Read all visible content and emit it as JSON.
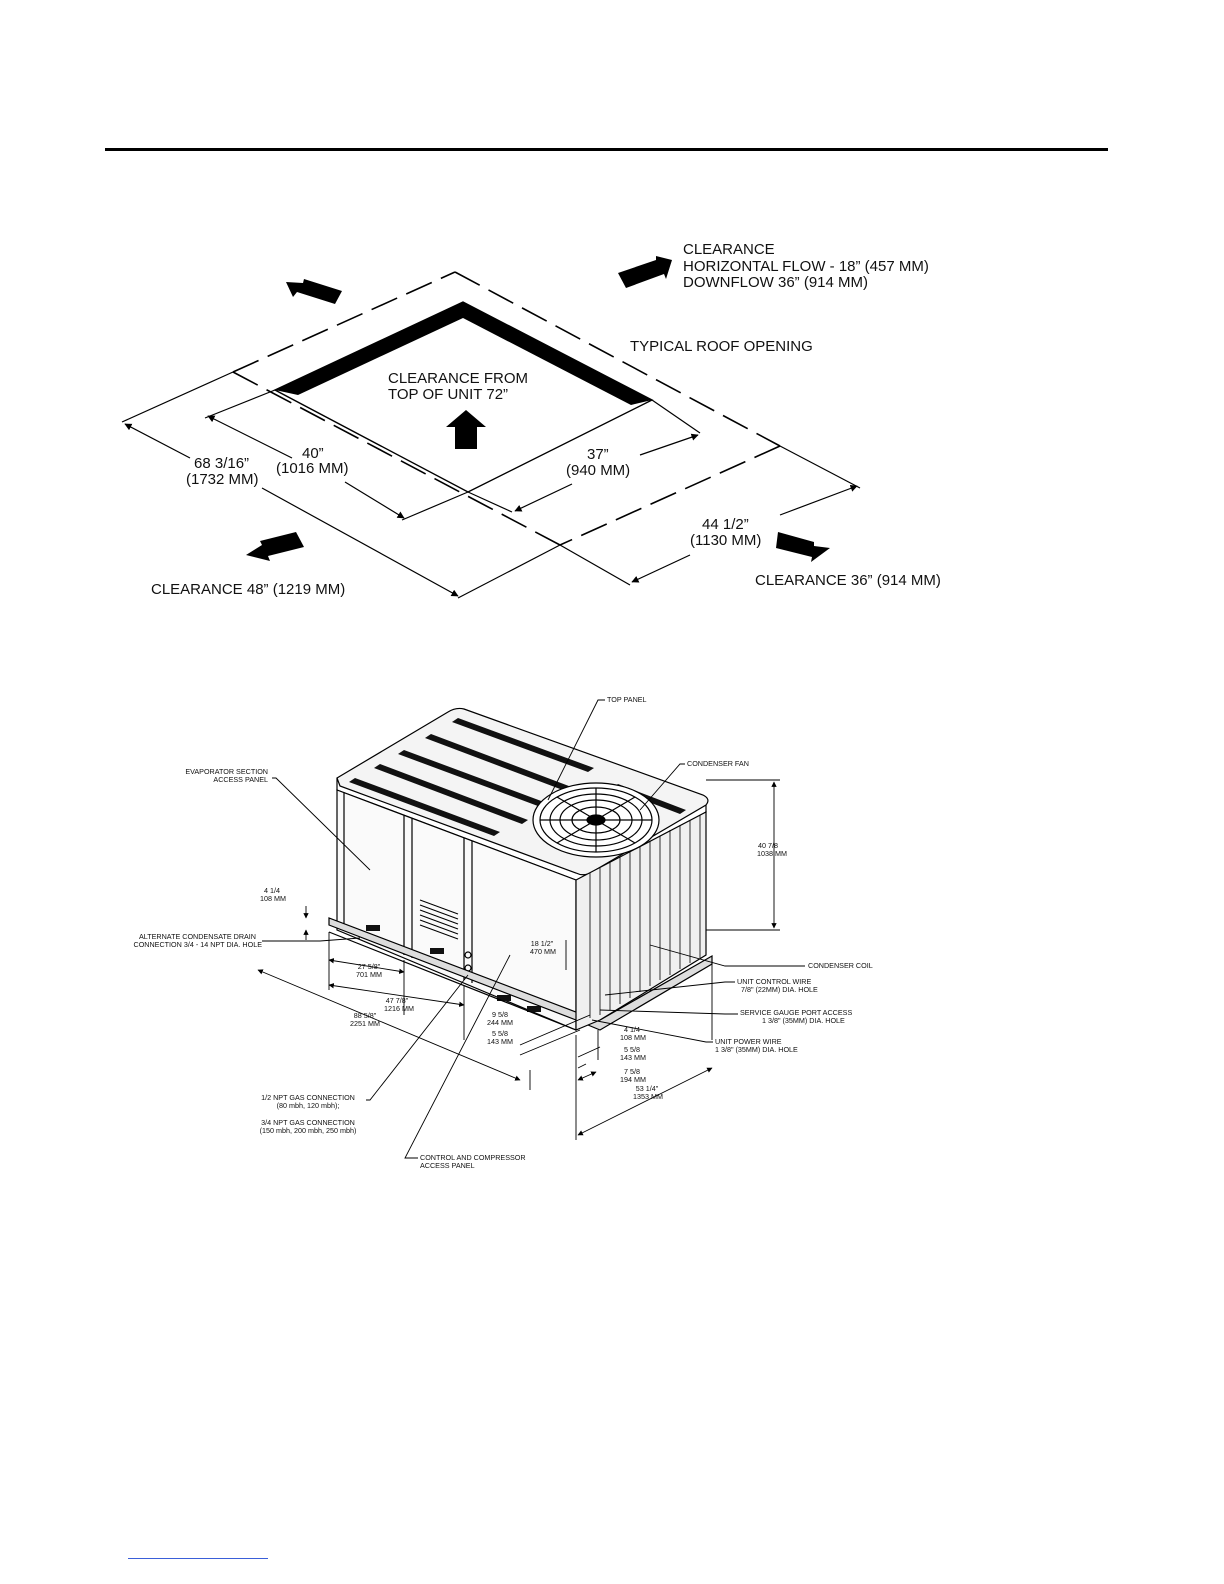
{
  "clearance_diagram": {
    "labels": {
      "clearance_top_line1": "CLEARANCE",
      "clearance_top_line2": "HORIZONTAL FLOW - 18” (457 MM)",
      "clearance_top_line3": "DOWNFLOW 36” (914 MM)",
      "typical_roof_opening": "TYPICAL ROOF OPENING",
      "clearance_from_top_line1": "CLEARANCE FROM",
      "clearance_from_top_line2": "TOP OF UNIT 72”",
      "dim_length_in": "68 3/16”",
      "dim_length_mm": "(1732 MM)",
      "dim_opening_length_in": "40”",
      "dim_opening_length_mm": "(1016 MM)",
      "dim_opening_width_in": "37”",
      "dim_opening_width_mm": "(940 MM)",
      "dim_width_in": "44 1/2”",
      "dim_width_mm": "(1130 MM)",
      "clearance_left": "CLEARANCE 48” (1219 MM)",
      "clearance_right": "CLEARANCE 36” (914 MM)"
    }
  },
  "unit_diagram": {
    "labels": {
      "top_panel": "TOP PANEL",
      "condenser_fan": "CONDENSER FAN",
      "evap_line1": "EVAPORATOR SECTION",
      "evap_line2": "ACCESS PANEL",
      "h_in": "40 7/8",
      "h_mm": "1038 MM",
      "d_4_1_4_in": "4 1/4",
      "d_4_1_4_mm": "108 MM",
      "alt_drain_line1": "ALTERNATE CONDENSATE DRAIN",
      "alt_drain_line2": "CONNECTION  3/4 - 14 NPT DIA. HOLE",
      "d_18_in": "18 1/2\"",
      "d_18_mm": "470 MM",
      "condenser_coil": "CONDENSER COIL",
      "d_27_in": "27 5/8\"",
      "d_27_mm": "701 MM",
      "ucw_line1": "UNIT CONTROL WIRE",
      "ucw_line2": "7/8\" (22MM) DIA. HOLE",
      "d_47_in": "47 7/8\"",
      "d_47_mm": "1216 MM",
      "d_88_in": "88 5/8\"",
      "d_88_mm": "2251 MM",
      "sgp_line1": "SERVICE GAUGE PORT ACCESS",
      "sgp_line2": "1 3/8\" (35MM) DIA. HOLE",
      "d_9_in": "9 5/8",
      "d_9_mm": "244 MM",
      "d_5a_in": "5 5/8",
      "d_5a_mm": "143 MM",
      "d_4b_in": "4 1/4",
      "d_4b_mm": "108 MM",
      "upw_line1": "UNIT POWER WIRE",
      "upw_line2": "1 3/8\" (35MM) DIA. HOLE",
      "d_5b_in": "5 5/8",
      "d_5b_mm": "143 MM",
      "d_7_in": "7 5/8",
      "d_7_mm": "194 MM",
      "d_53_in": "53 1/4\"",
      "d_53_mm": "1353 MM",
      "gas_line1": "1/2 NPT GAS CONNECTION",
      "gas_line2": "(80 mbh, 120 mbh);",
      "gas_line3": "3/4 NPT GAS CONNECTION",
      "gas_line4": "(150 mbh, 200 mbh, 250 mbh)",
      "ctrl_line1": "CONTROL AND COMPRESSOR",
      "ctrl_line2": "ACCESS PANEL"
    }
  }
}
